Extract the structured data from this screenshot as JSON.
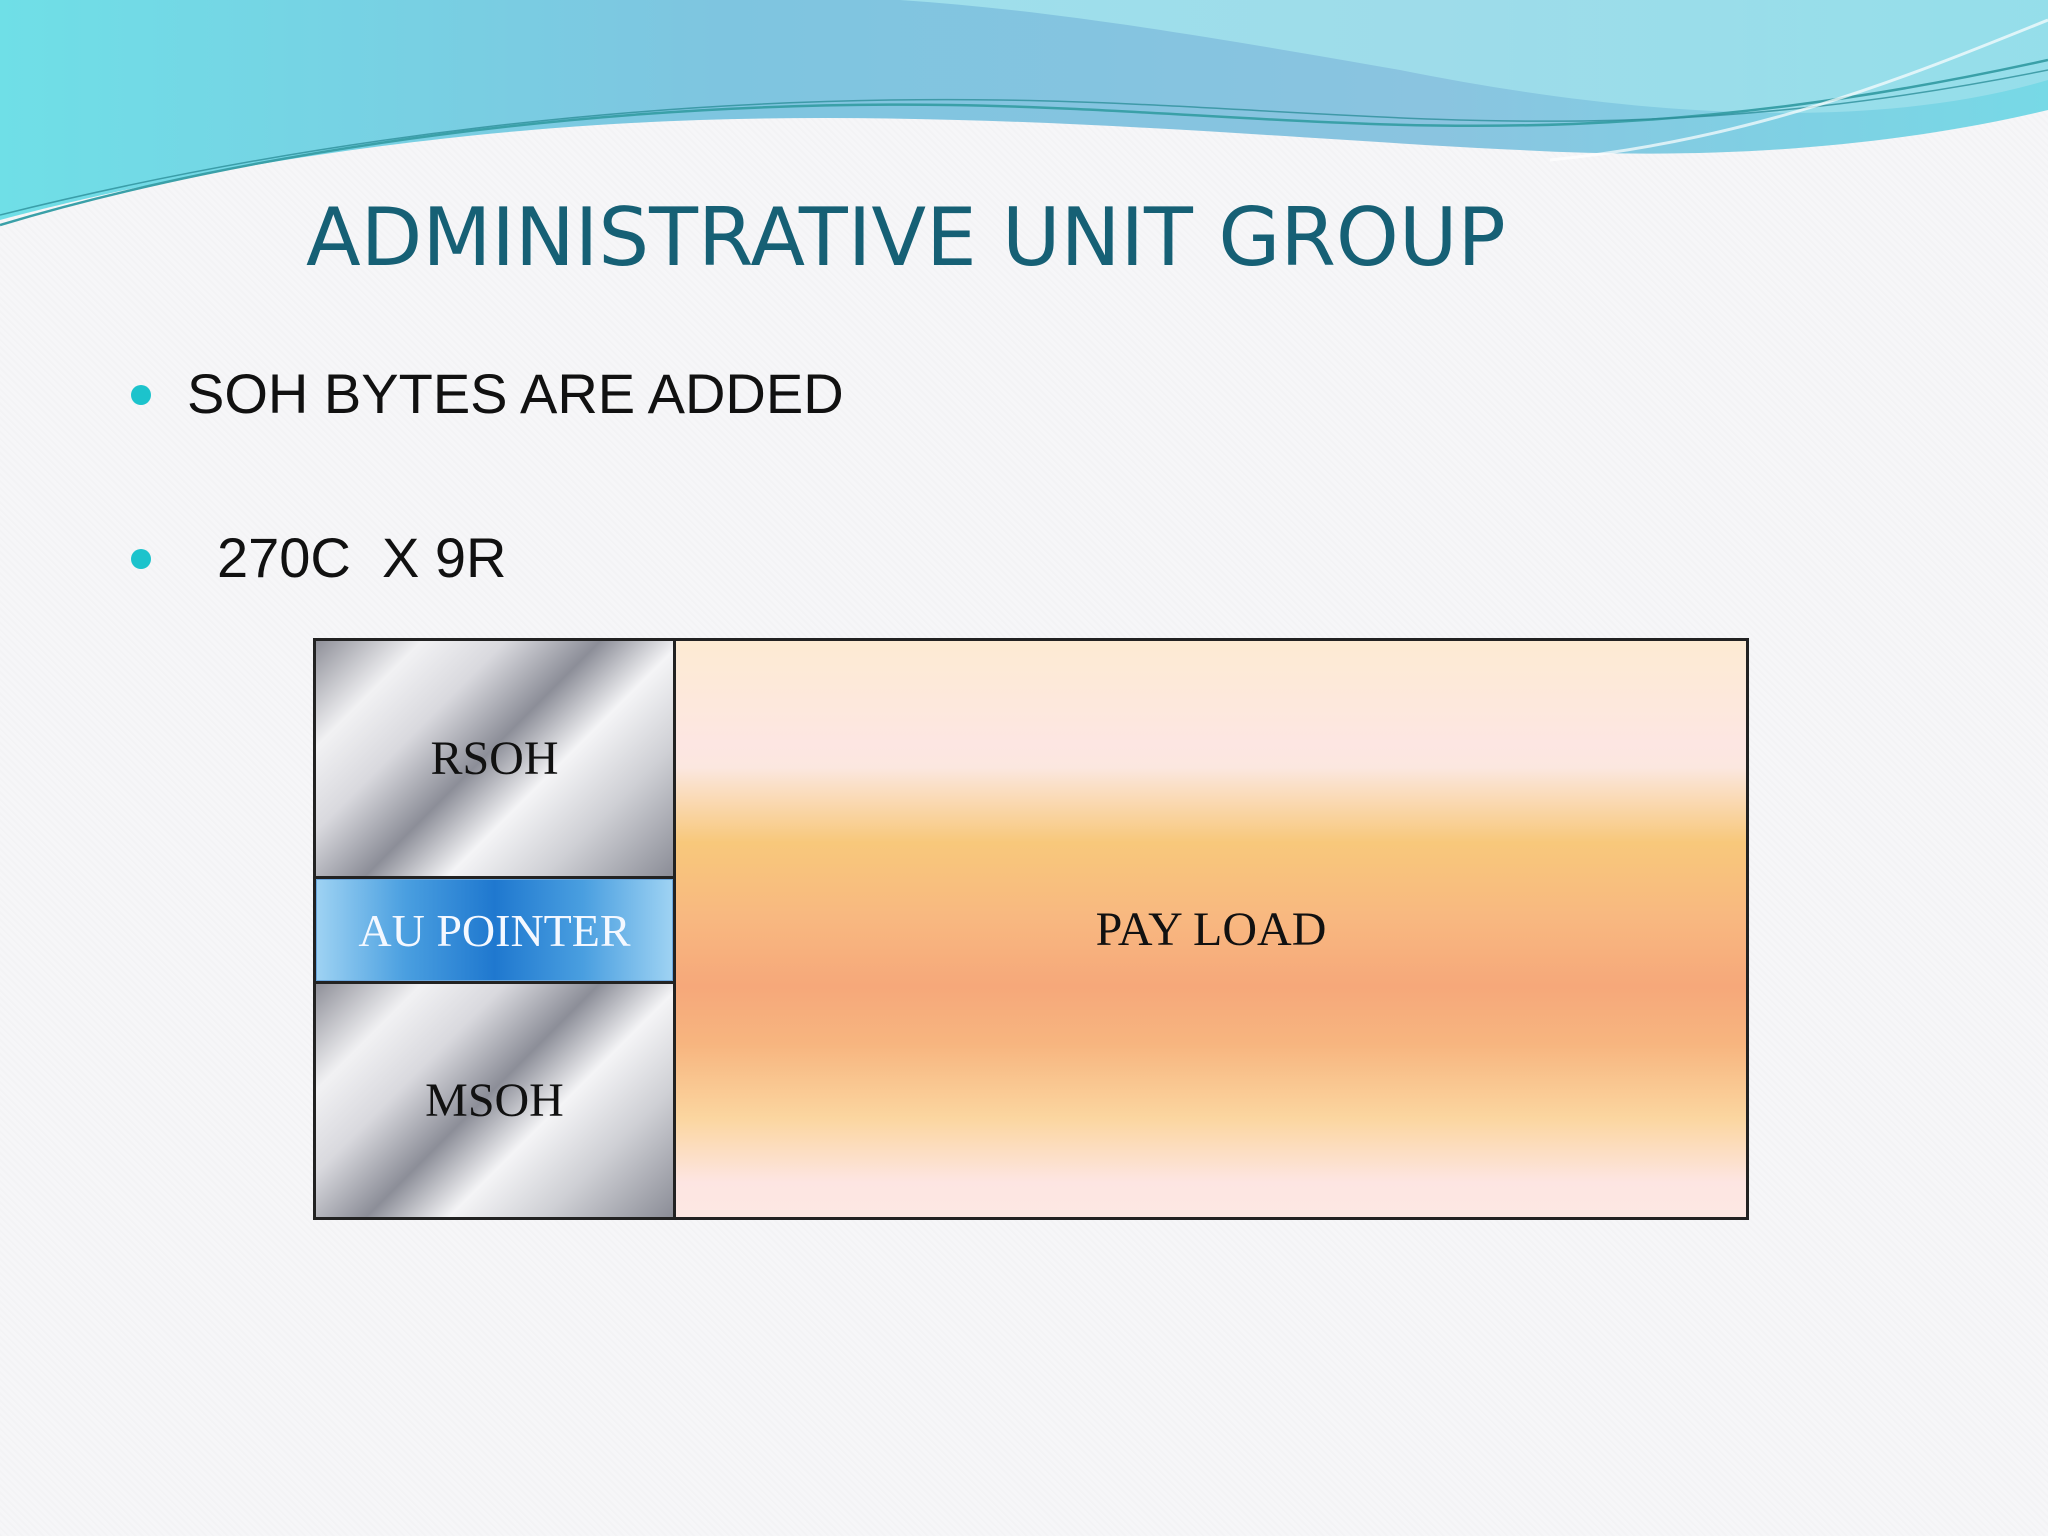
{
  "slide": {
    "title": "ADMINISTRATIVE UNIT GROUP",
    "bullets": [
      "SOH BYTES ARE ADDED",
      "270C  X 9R"
    ]
  },
  "diagram": {
    "rsoh": "RSOH",
    "au_pointer": "AU POINTER",
    "msoh": "MSOH",
    "payload": "PAY LOAD"
  },
  "colors": {
    "title": "#166075",
    "bullet": "#1cc3cc",
    "au_pointer": "#1f78cf",
    "payload": "#f6a87a"
  }
}
